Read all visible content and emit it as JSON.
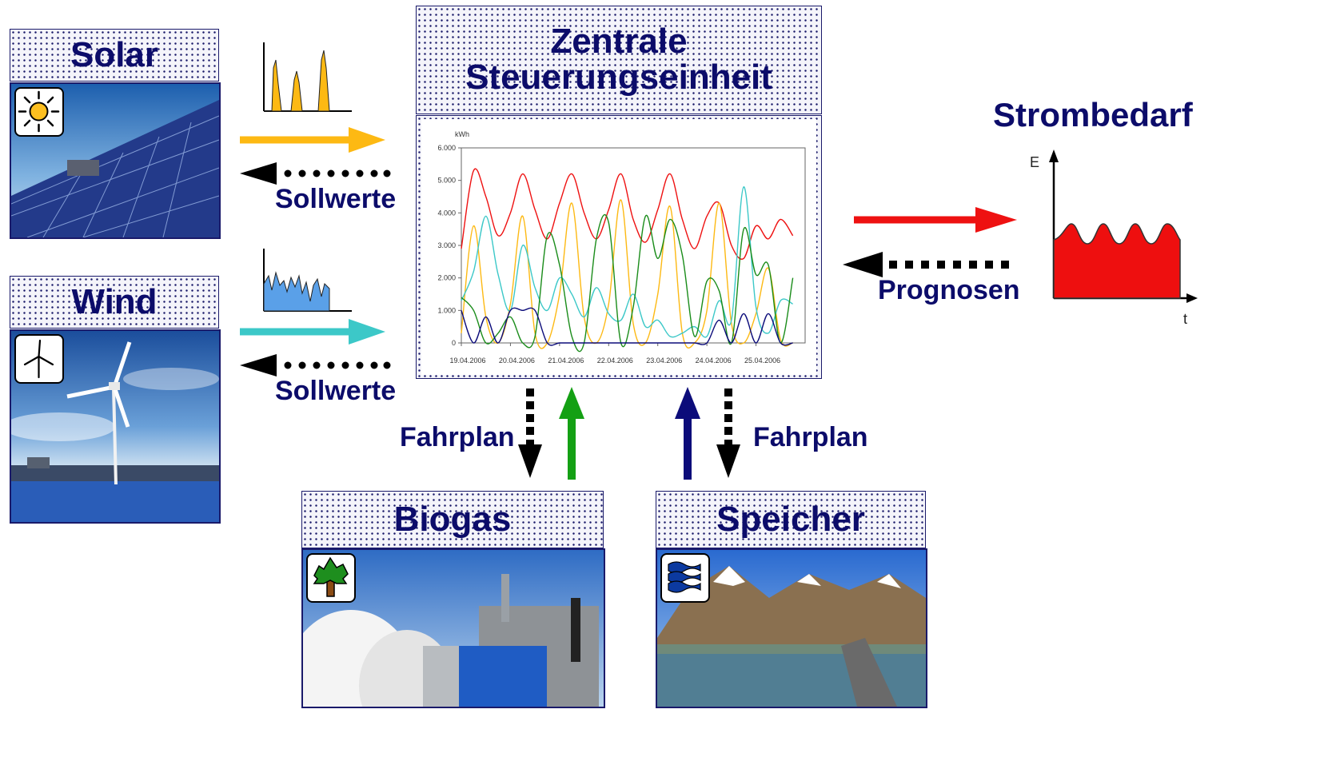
{
  "nodes": {
    "solar": "Solar",
    "wind": "Wind",
    "central": [
      "Zentrale",
      "Steuerungseinheit"
    ],
    "biogas": "Biogas",
    "storage": "Speicher",
    "demand": "Strombedarf"
  },
  "labels": {
    "setpoints_solar": "Sollwerte",
    "setpoints_wind": "Sollwerte",
    "forecasts": "Prognosen",
    "schedule_biogas": "Fahrplan",
    "schedule_storage": "Fahrplan"
  },
  "mini_axes": {
    "energy": "E",
    "time": "t"
  },
  "icons": [
    "sun-icon",
    "wind-turbine-icon",
    "tree-icon",
    "water-waves-icon"
  ],
  "colors": {
    "node_text": "#0c0c6a",
    "solar_flow": "#fdb913",
    "wind_flow": "#3cc8c8",
    "biogas_flow": "#14a014",
    "storage_flow": "#0c0c7a",
    "demand_flow": "#ee1111"
  },
  "chart_data": {
    "type": "line",
    "ylabel": "kWh",
    "ylim": [
      0,
      6000
    ],
    "yticks": [
      "0",
      "1.000",
      "2.000",
      "3.000",
      "4.000",
      "5.000",
      "6.000"
    ],
    "xticks": [
      "19.04.2006",
      "20.04.2006",
      "21.04.2006",
      "22.04.2006",
      "23.04.2006",
      "24.04.2006",
      "25.04.2006"
    ],
    "x_days": [
      0,
      0.25,
      0.5,
      0.75,
      1,
      1.25,
      1.5,
      1.75,
      2,
      2.25,
      2.5,
      2.75,
      3,
      3.25,
      3.5,
      3.75,
      4,
      4.25,
      4.5,
      4.75,
      5,
      5.25,
      5.5,
      5.75,
      6,
      6.25,
      6.5,
      6.75
    ],
    "series": [
      {
        "color": "#ee1111",
        "values": [
          2900,
          5300,
          4500,
          3300,
          4000,
          5200,
          4100,
          3200,
          4300,
          5200,
          4000,
          3200,
          4100,
          5200,
          3800,
          3100,
          4100,
          5200,
          3800,
          2900,
          3900,
          4300,
          3000,
          2600,
          3600,
          3200,
          3800,
          3300
        ]
      },
      {
        "color": "#fdb913",
        "values": [
          300,
          3600,
          800,
          0,
          1200,
          3900,
          300,
          0,
          1500,
          4300,
          800,
          0,
          1200,
          4400,
          600,
          0,
          1500,
          4200,
          300,
          0,
          1000,
          4300,
          600,
          0,
          900,
          2300,
          100,
          0
        ]
      },
      {
        "color": "#3cc8c8",
        "values": [
          1300,
          2200,
          3900,
          2100,
          1000,
          3000,
          1700,
          1000,
          2000,
          1500,
          800,
          1700,
          900,
          700,
          1500,
          500,
          700,
          200,
          300,
          500,
          200,
          1300,
          700,
          4800,
          1100,
          300,
          1300,
          1200
        ]
      },
      {
        "color": "#1a8c1a",
        "values": [
          1400,
          1000,
          0,
          300,
          800,
          0,
          200,
          3300,
          2400,
          200,
          0,
          3200,
          3700,
          0,
          1100,
          3900,
          2600,
          3800,
          2700,
          200,
          1900,
          1600,
          0,
          3500,
          2100,
          2400,
          0,
          2000
        ]
      },
      {
        "color": "#0c0c7a",
        "values": [
          1000,
          0,
          800,
          0,
          1000,
          1000,
          1000,
          0,
          0,
          0,
          0,
          0,
          0,
          0,
          0,
          0,
          0,
          0,
          0,
          0,
          0,
          700,
          0,
          900,
          0,
          900,
          0,
          0
        ]
      }
    ]
  }
}
